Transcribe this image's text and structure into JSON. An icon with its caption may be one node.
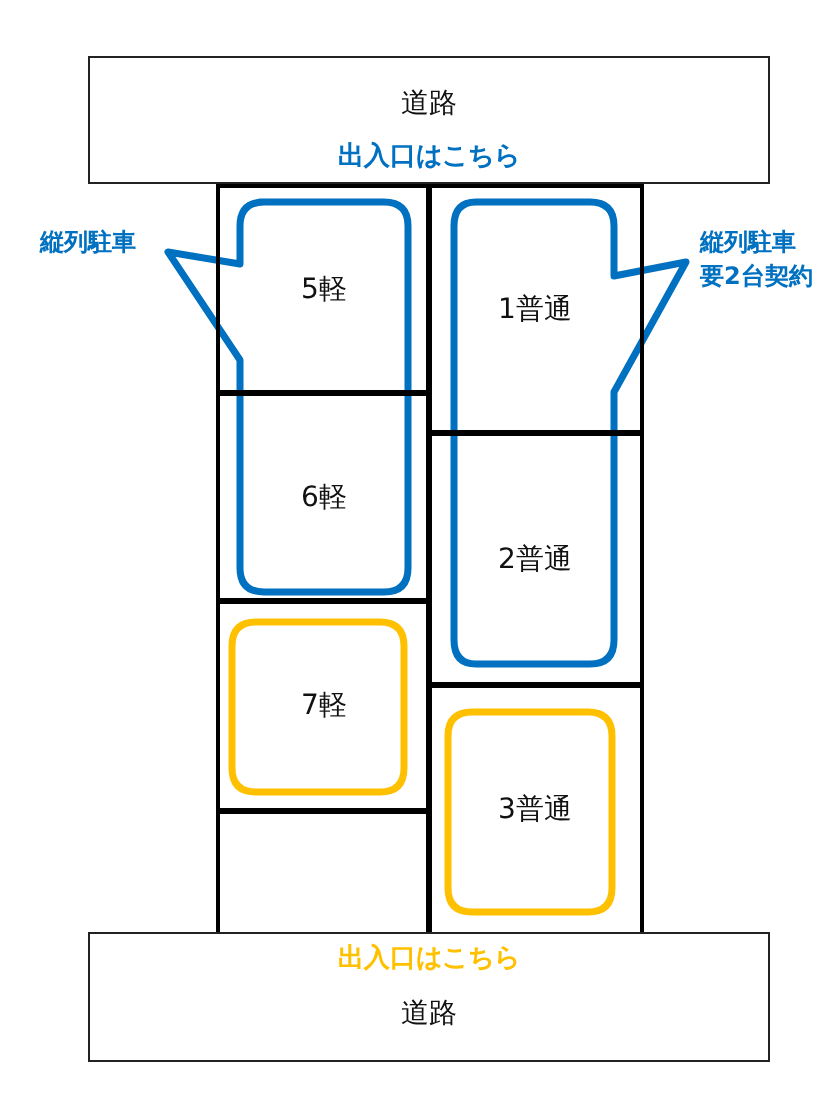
{
  "diagram": {
    "nodes": [
      {
        "text": [
          "道路",
          "出入口はこちら"
        ]
      },
      {
        "text": [
          "5軽"
        ]
      },
      {
        "text": [
          "1普通"
        ]
      },
      {
        "text": [
          "6軽"
        ]
      },
      {
        "text": [
          "2普通"
        ]
      },
      {
        "text": [
          "7軽"
        ]
      },
      {
        "text": [
          "3普通"
        ]
      },
      {
        "text": [],
        "shape": "box"
      },
      {
        "text": [
          "出入口はこちら",
          "道路"
        ]
      }
    ],
    "edges": [],
    "labels": [
      "縦列駐車",
      "縦列駐車要2台契約"
    ]
  }
}
